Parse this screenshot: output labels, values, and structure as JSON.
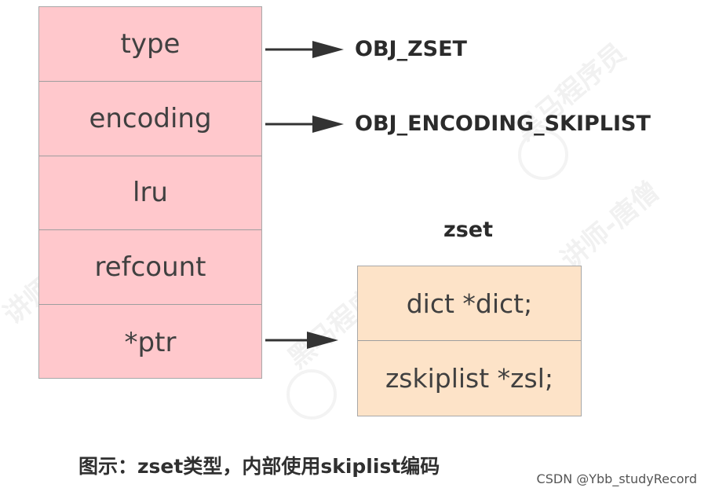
{
  "redis_object": {
    "fields": [
      "type",
      "encoding",
      "lru",
      "refcount",
      "*ptr"
    ]
  },
  "pointers": {
    "type_value": "OBJ_ZSET",
    "encoding_value": "OBJ_ENCODING_SKIPLIST"
  },
  "zset": {
    "title": "zset",
    "fields": [
      "dict *dict;",
      "zskiplist *zsl;"
    ]
  },
  "caption": "图示：zset类型，内部使用skiplist编码",
  "credit": "CSDN @Ybb_studyRecord",
  "watermarks": [
    "黑马程序员",
    "讲师-唐僧"
  ],
  "colors": {
    "object_fill": "#ffc8cc",
    "zset_fill": "#fde3c8",
    "arrow": "#333333"
  }
}
